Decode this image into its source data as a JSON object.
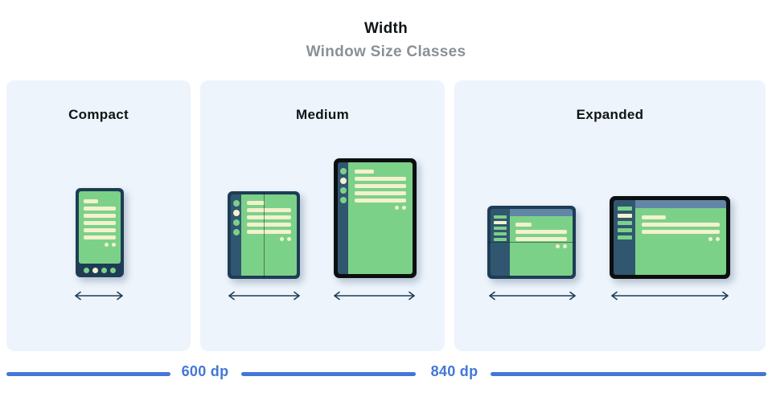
{
  "header": {
    "title": "Width",
    "subtitle": "Window Size Classes"
  },
  "panels": [
    {
      "id": "compact",
      "label": "Compact",
      "devices": [
        "phone-portrait"
      ]
    },
    {
      "id": "medium",
      "label": "Medium",
      "devices": [
        "foldable-portrait",
        "tablet-portrait"
      ]
    },
    {
      "id": "expanded",
      "label": "Expanded",
      "devices": [
        "foldable-landscape",
        "tablet-landscape"
      ]
    }
  ],
  "ruler": {
    "breakpoints": [
      {
        "label": "600 dp"
      },
      {
        "label": "840 dp"
      }
    ]
  },
  "colors": {
    "panel_bg": "#EDF4FC",
    "frame_navy": "#1E3C55",
    "frame_black": "#0C0E10",
    "nav_rail": "#315670",
    "screen_green": "#7CD188",
    "content_cream": "#F3F1CE",
    "top_bar_slate": "#6286A6",
    "ruler_blue": "#4377D6",
    "title_text": "#101417",
    "subtitle_text": "#8A9096"
  }
}
